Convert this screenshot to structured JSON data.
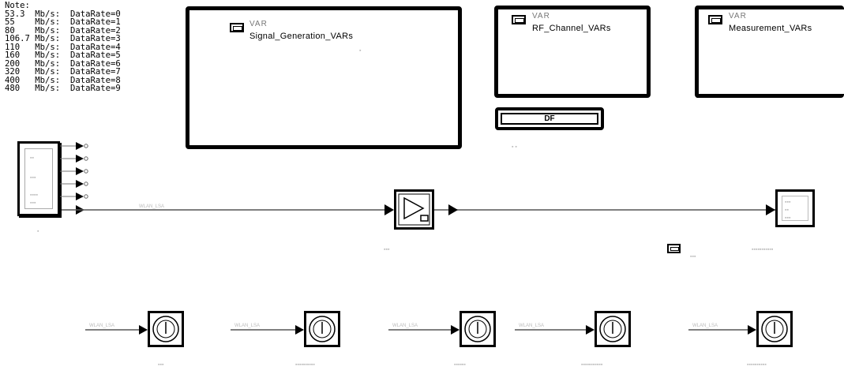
{
  "note": {
    "title": "Note:",
    "rows": [
      {
        "rate": "53.3",
        "unit": "Mb/s:",
        "label": "DataRate=0"
      },
      {
        "rate": "55",
        "unit": "Mb/s:",
        "label": "DataRate=1"
      },
      {
        "rate": "80",
        "unit": "Mb/s:",
        "label": "DataRate=2"
      },
      {
        "rate": "106.7",
        "unit": "Mb/s:",
        "label": "DataRate=3"
      },
      {
        "rate": "110",
        "unit": "Mb/s:",
        "label": "DataRate=4"
      },
      {
        "rate": "160",
        "unit": "Mb/s:",
        "label": "DataRate=5"
      },
      {
        "rate": "200",
        "unit": "Mb/s:",
        "label": "DataRate=6"
      },
      {
        "rate": "320",
        "unit": "Mb/s:",
        "label": "DataRate=7"
      },
      {
        "rate": "400",
        "unit": "Mb/s:",
        "label": "DataRate=8"
      },
      {
        "rate": "480",
        "unit": "Mb/s:",
        "label": "DataRate=9"
      }
    ]
  },
  "var_blocks": {
    "signal": {
      "tag": "VAR",
      "name": "Signal_Generation_VARs"
    },
    "rf": {
      "tag": "VAR",
      "name": "RF_Channel_VARs"
    },
    "measurement": {
      "tag": "VAR",
      "name": "Measurement_VARs"
    }
  },
  "df": {
    "label": "DF"
  },
  "wire_labels": {
    "main": "WLAN_LSA",
    "meters": [
      "WLAN_LSA",
      "WLAN_LSA",
      "WLAN_LSA",
      "WLAN_LSA",
      "WLAN_LSA"
    ]
  },
  "icons": {
    "var": "var-icon",
    "amplifier": "amplifier-icon",
    "meter": "meter-icon",
    "arrow": "arrow-icon"
  }
}
